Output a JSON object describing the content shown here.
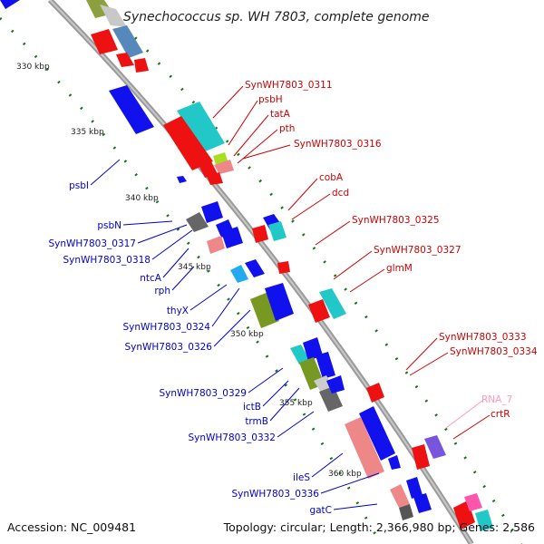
{
  "title": "Synechococcus sp. WH 7803, complete genome",
  "accession": "Accession: NC_009481",
  "summary": "Topology: circular; Length: 2,366,980 bp; Genes: 2,586",
  "colors": {
    "plus_strand_label": "#cc0000",
    "minus_strand_label": "#0000cc",
    "rna_label": "#ff99bb",
    "backbone": "#9a9a9a",
    "tick_dots": "#117711"
  },
  "scale_labels": [
    "330 kbp",
    "335 kbp",
    "340 kbp",
    "345 kbp",
    "350 kbp",
    "355 kbp",
    "360 kbp"
  ],
  "plus_strand_genes": [
    "SynWH7803_0311",
    "psbH",
    "tatA",
    "pth",
    "SynWH7803_0316",
    "cobA",
    "dcd",
    "SynWH7803_0325",
    "SynWH7803_0327",
    "glmM",
    "SynWH7803_0333",
    "SynWH7803_0334",
    "crtR"
  ],
  "rna_genes": [
    "RNA_7"
  ],
  "minus_strand_genes": [
    "psbI",
    "psbN",
    "SynWH7803_0317",
    "SynWH7803_0318",
    "ntcA",
    "rph",
    "thyX",
    "SynWH7803_0324",
    "SynWH7803_0326",
    "SynWH7803_0329",
    "ictB",
    "trmB",
    "SynWH7803_0332",
    "ileS",
    "SynWH7803_0336",
    "gatC"
  ]
}
